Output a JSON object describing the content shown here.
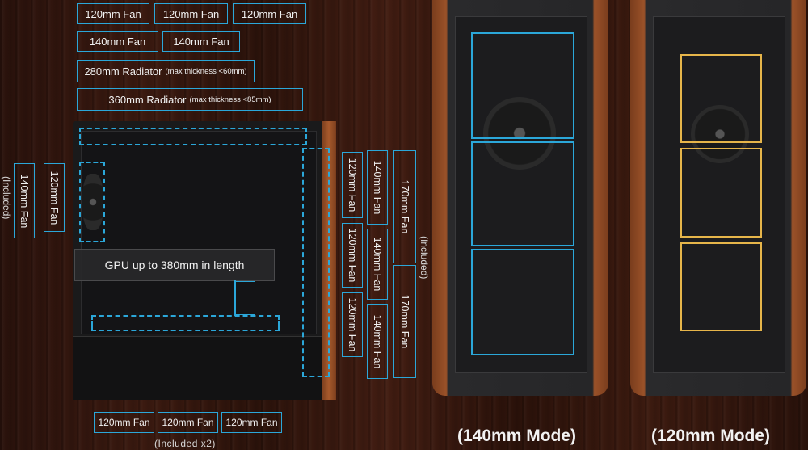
{
  "top_row1": [
    "120mm Fan",
    "120mm Fan",
    "120mm Fan"
  ],
  "top_row2": [
    "140mm Fan",
    "140mm Fan"
  ],
  "radiator_280": {
    "main": "280mm Radiator",
    "note": "(max thickness <60mm)"
  },
  "radiator_360": {
    "main": "360mm Radiator",
    "note": "(max thickness <85mm)"
  },
  "left_side": {
    "fan140": "140mm Fan",
    "fan120": "120mm Fan",
    "included": "(Included)"
  },
  "gpu_label": "GPU up to 380mm in length",
  "front_col1": [
    "120mm Fan",
    "120mm Fan",
    "120mm Fan"
  ],
  "front_col2": [
    "140mm Fan",
    "140mm Fan",
    "140mm Fan"
  ],
  "front_col3": [
    "170mm Fan",
    "170mm Fan"
  ],
  "front_included": "(Included)",
  "bottom_fans": [
    "120mm Fan",
    "120mm Fan",
    "120mm Fan"
  ],
  "bottom_included": "(Included x2)",
  "modes": [
    "(140mm Mode)",
    "(120mm Mode)"
  ],
  "colors": {
    "accent_blue": "#2ba7d9",
    "accent_gold": "#e6b54a",
    "wood": "#9b5229"
  }
}
